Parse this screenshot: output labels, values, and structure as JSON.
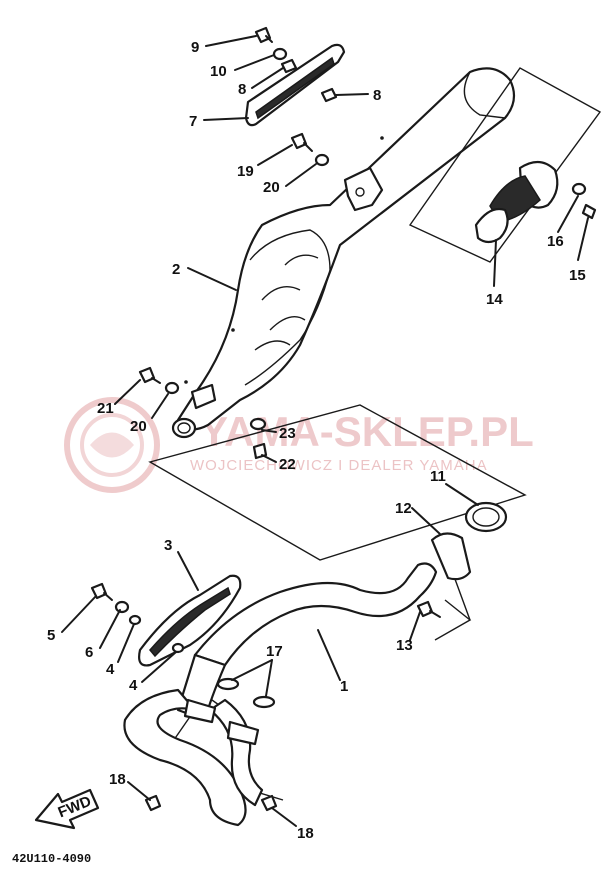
{
  "diagram": {
    "part_numbers": {
      "p1": "1",
      "p2": "2",
      "p3": "3",
      "p4a": "4",
      "p4b": "4",
      "p5": "5",
      "p6": "6",
      "p7": "7",
      "p8a": "8",
      "p8b": "8",
      "p9": "9",
      "p10": "10",
      "p11": "11",
      "p12": "12",
      "p13": "13",
      "p14": "14",
      "p15": "15",
      "p16": "16",
      "p17": "17",
      "p18a": "18",
      "p18b": "18",
      "p19": "19",
      "p20a": "20",
      "p20b": "20",
      "p21": "21",
      "p22": "22",
      "p23": "23"
    },
    "fwd_label": "FWD",
    "drawing_code": "42U110-4090"
  },
  "watermark": {
    "main": "YAMA-SKLEP.PL",
    "sub": "WOJCIECHOWICZ I DEALER YAMAHA",
    "color": "#e9b9bb"
  }
}
